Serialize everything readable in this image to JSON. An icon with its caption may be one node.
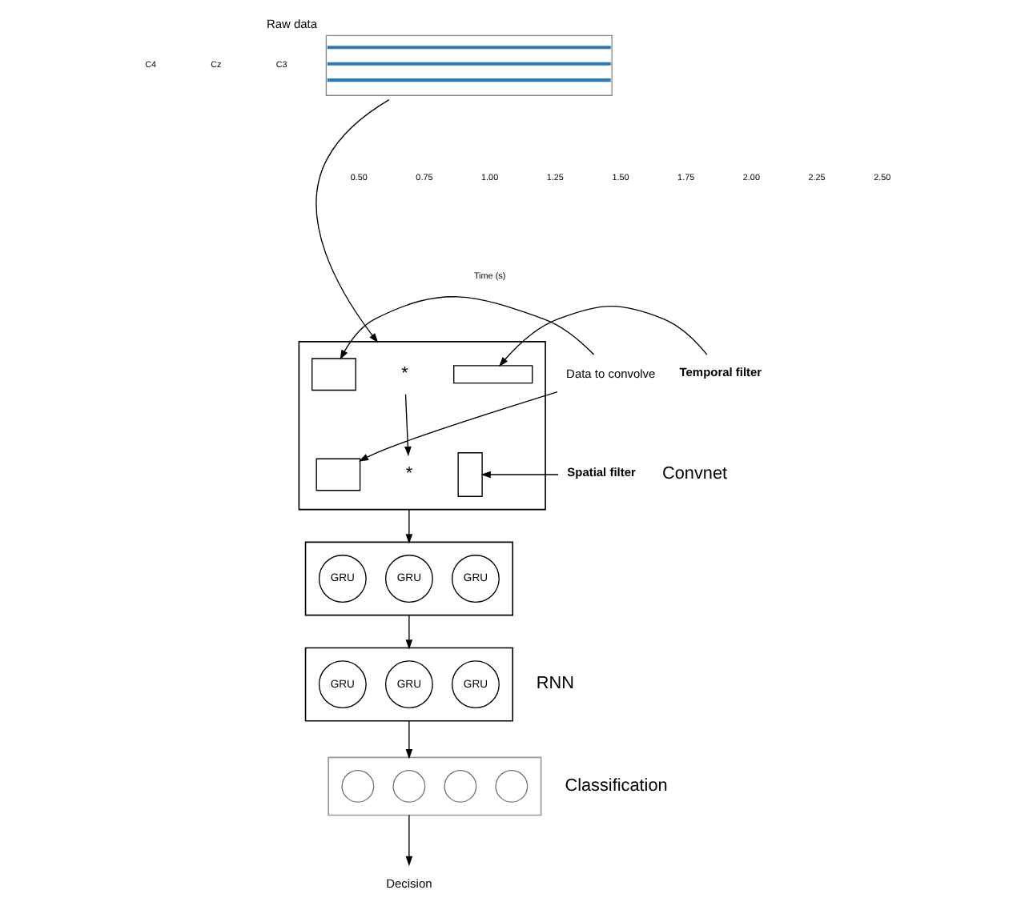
{
  "diagram": {
    "nodes": [
      {
        "text": [],
        "shape": "picture",
        "beside": [
          "Raw data"
        ]
      },
      {
        "text": [],
        "shape": "box"
      },
      {
        "text": [],
        "shape": "box",
        "in": 1
      },
      {
        "text": [
          "*"
        ],
        "in": 1
      },
      {
        "text": [],
        "shape": "box",
        "in": 1
      },
      {
        "text": [],
        "shape": "box",
        "in": 1
      },
      {
        "text": [
          "*"
        ],
        "in": 1
      },
      {
        "text": [],
        "shape": "box",
        "in": 1
      },
      {
        "text": [
          "Data to convolve"
        ]
      },
      {
        "text": [
          "Temporal filter"
        ]
      },
      {
        "text": [
          "Spatial filter"
        ]
      },
      {
        "text": [],
        "shape": "box"
      },
      {
        "text": [
          "GRU"
        ],
        "in": 11
      },
      {
        "text": [
          "GRU"
        ],
        "in": 11
      },
      {
        "text": [
          "GRU"
        ],
        "in": 11
      },
      {
        "text": [],
        "shape": "box"
      },
      {
        "text": [
          "GRU"
        ],
        "in": 15
      },
      {
        "text": [
          "GRU"
        ],
        "in": 15
      },
      {
        "text": [
          "GRU"
        ],
        "in": 15
      },
      {
        "text": [],
        "shape": "box"
      },
      {
        "text": [],
        "shape": "circle",
        "in": 19
      },
      {
        "text": [],
        "shape": "circle",
        "in": 19
      },
      {
        "text": [],
        "shape": "circle",
        "in": 19
      },
      {
        "text": [],
        "shape": "circle",
        "in": 19
      },
      {
        "text": [
          "Decision"
        ]
      }
    ],
    "edges": [
      {
        "from": 0,
        "to": 1,
        "arrow": "to"
      },
      {
        "from": 3,
        "to": 6,
        "arrow": "to"
      },
      {
        "from": 8,
        "to": 2,
        "arrow": "to"
      },
      {
        "from": 8,
        "to": 5,
        "arrow": "to"
      },
      {
        "from": 9,
        "to": 4,
        "arrow": "to"
      },
      {
        "from": 10,
        "to": 7,
        "arrow": "to"
      },
      {
        "from": 1,
        "to": 11,
        "arrow": "to"
      },
      {
        "from": 11,
        "to": 15,
        "arrow": "to"
      },
      {
        "from": 15,
        "to": 19,
        "arrow": "to"
      },
      {
        "from": 19,
        "to": 24,
        "arrow": "to"
      }
    ],
    "labels": [
      "C4",
      "Cz",
      "C3",
      "0.50",
      "0.75",
      "1.00",
      "1.25",
      "1.50",
      "1.75",
      "2.00",
      "2.25",
      "2.50",
      "Time (s)",
      "Convnet",
      "RNN",
      "Classification"
    ]
  }
}
